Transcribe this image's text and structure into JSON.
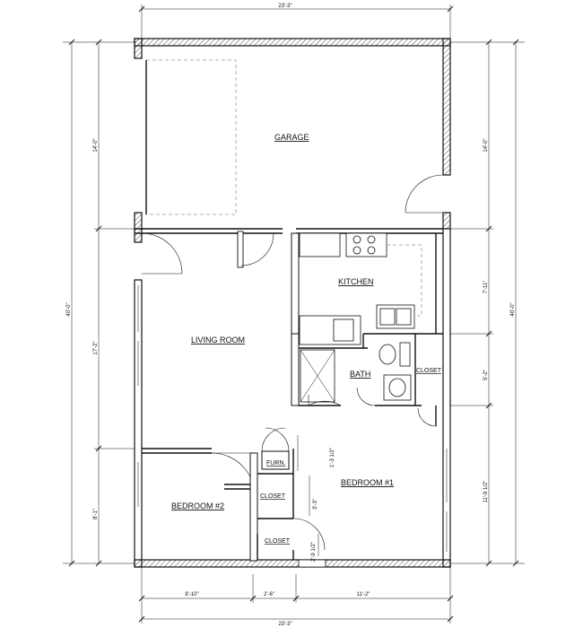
{
  "rooms": {
    "garage": "GARAGE",
    "kitchen": "KITCHEN",
    "living_room": "LIVING ROOM",
    "bath": "BATH",
    "closet_bath": "CLOSET",
    "furnace": "FURN.",
    "closet_mid": "CLOSET",
    "closet_low": "CLOSET",
    "bedroom1": "BEDROOM #1",
    "bedroom2": "BEDROOM #2"
  },
  "dimensions": {
    "overall_width_top": "23'-3\"",
    "overall_width_bottom": "23'-3\"",
    "overall_depth_left": "40'-0\"",
    "overall_depth_right": "40'-0\"",
    "garage_left": "14'-0\"",
    "garage_right": "14'-0\"",
    "living_left": "17'-2\"",
    "bedroom2_left": "8'-1\"",
    "kitchen_right": "7'-11\"",
    "bath_right": "5'-2\"",
    "bedroom1_right": "11'-9 1/2\"",
    "bottom_seg1": "8'-10\"",
    "bottom_seg2": "2'-6\"",
    "bottom_seg3": "11'-2\"",
    "furn_dim": "1'-3 1/2\"",
    "closet_dim": "3'-3\"",
    "closet_low_dim": "2'-9 1/2\""
  }
}
